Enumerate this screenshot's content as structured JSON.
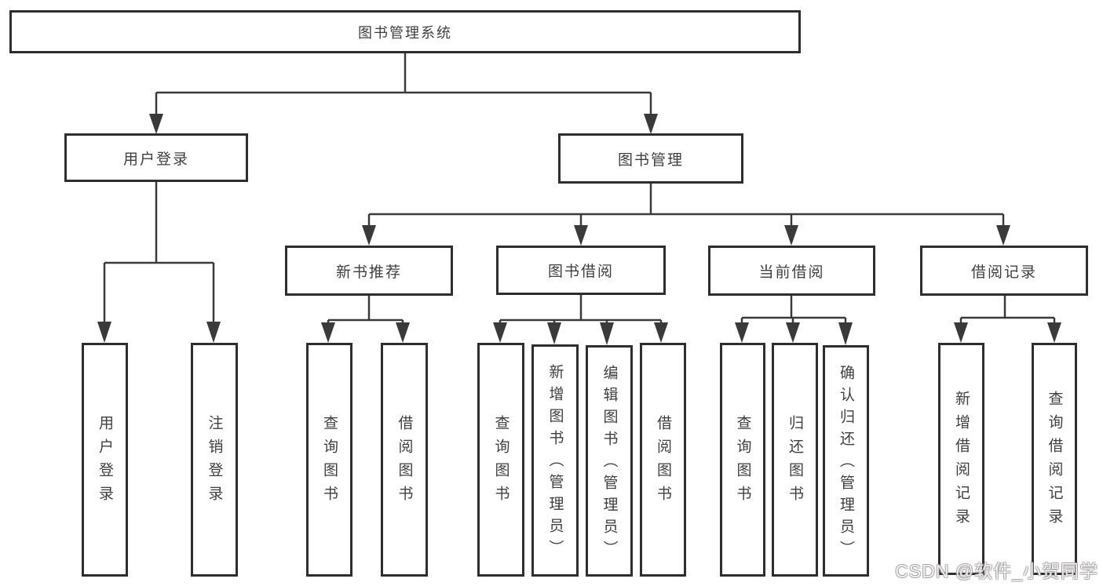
{
  "diagram_title": "图书管理系统",
  "tree": {
    "root": "图书管理系统",
    "branches": [
      {
        "label": "用户登录",
        "children": [
          "用户登录",
          "注销登录"
        ]
      },
      {
        "label": "图书管理",
        "groups": [
          {
            "label": "新书推荐",
            "children": [
              "查询图书",
              "借阅图书"
            ]
          },
          {
            "label": "图书借阅",
            "children": [
              "查询图书",
              "新增图书（管理员）",
              "编辑图书（管理员）",
              "借阅图书"
            ]
          },
          {
            "label": "当前借阅",
            "children": [
              "查询图书",
              "归还图书",
              "确认归还（管理员）"
            ]
          },
          {
            "label": "借阅记录",
            "children": [
              "新增借阅记录",
              "查询借阅记录"
            ]
          }
        ]
      }
    ]
  },
  "watermark": {
    "text": "CSDN @软件_小贺同学"
  },
  "colors": {
    "line": "#3a3a3a",
    "box_border": "#2e2e2e",
    "text": "#3f3f3f",
    "background": "#ffffff",
    "watermark_text": "#c8c3c5"
  }
}
